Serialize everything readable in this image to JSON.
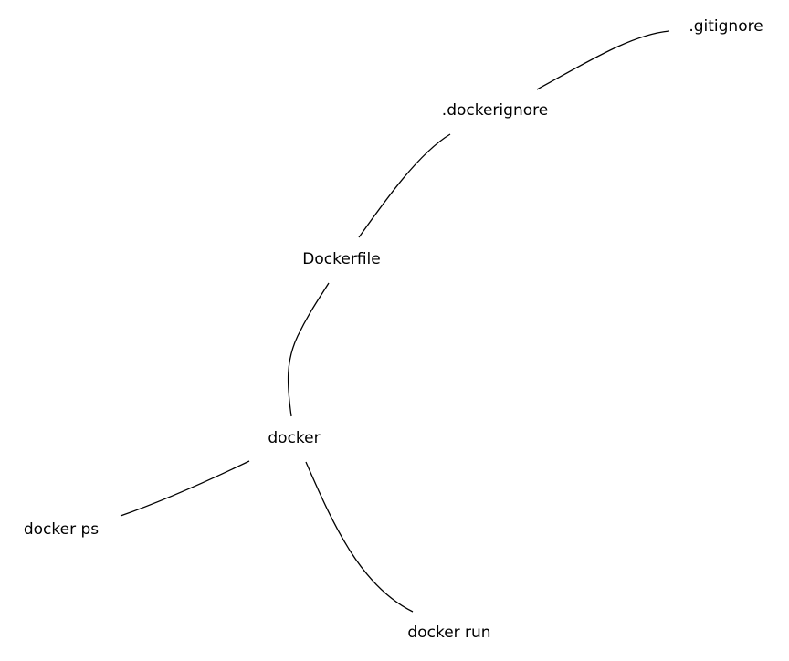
{
  "diagram": {
    "type": "mind-map",
    "nodes": [
      {
        "id": "gitignore",
        "label": ".gitignore"
      },
      {
        "id": "dockerignore",
        "label": ".dockerignore"
      },
      {
        "id": "dockerfile",
        "label": "Dockerfile"
      },
      {
        "id": "docker",
        "label": "docker"
      },
      {
        "id": "docker_ps",
        "label": "docker ps"
      },
      {
        "id": "docker_run",
        "label": "docker run"
      }
    ],
    "edges": [
      {
        "from": "dockerignore",
        "to": "gitignore"
      },
      {
        "from": "dockerfile",
        "to": "dockerignore"
      },
      {
        "from": "docker",
        "to": "dockerfile"
      },
      {
        "from": "docker",
        "to": "docker_ps"
      },
      {
        "from": "docker",
        "to": "docker_run"
      }
    ],
    "colors": {
      "background": "#ffffff",
      "line": "#000000",
      "text": "#000000"
    }
  }
}
